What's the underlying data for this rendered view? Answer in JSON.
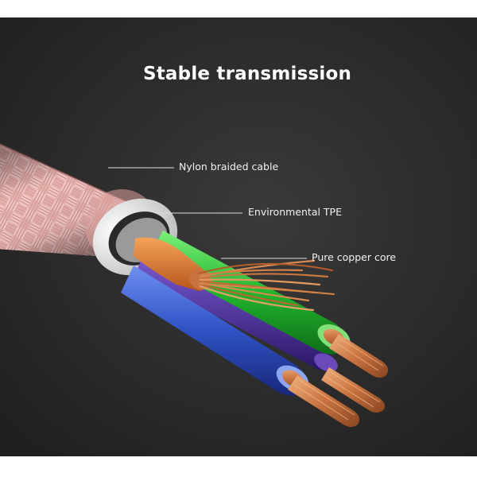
{
  "headline": "Stable transmission",
  "callouts": {
    "nylon": "Nylon braided cable",
    "tpe": "Environmental TPE",
    "core": "Pure copper core"
  },
  "colors": {
    "background": "#2e2e2e",
    "braid": "#e8b3b0",
    "tpe_jacket": "#e4e4e4",
    "wire_orange": "#e07a2e",
    "wire_green": "#2ecb3a",
    "wire_purple": "#4a2a9e",
    "wire_blue": "#2f52c4",
    "copper": "#d9864f",
    "text": "#ffffff"
  }
}
